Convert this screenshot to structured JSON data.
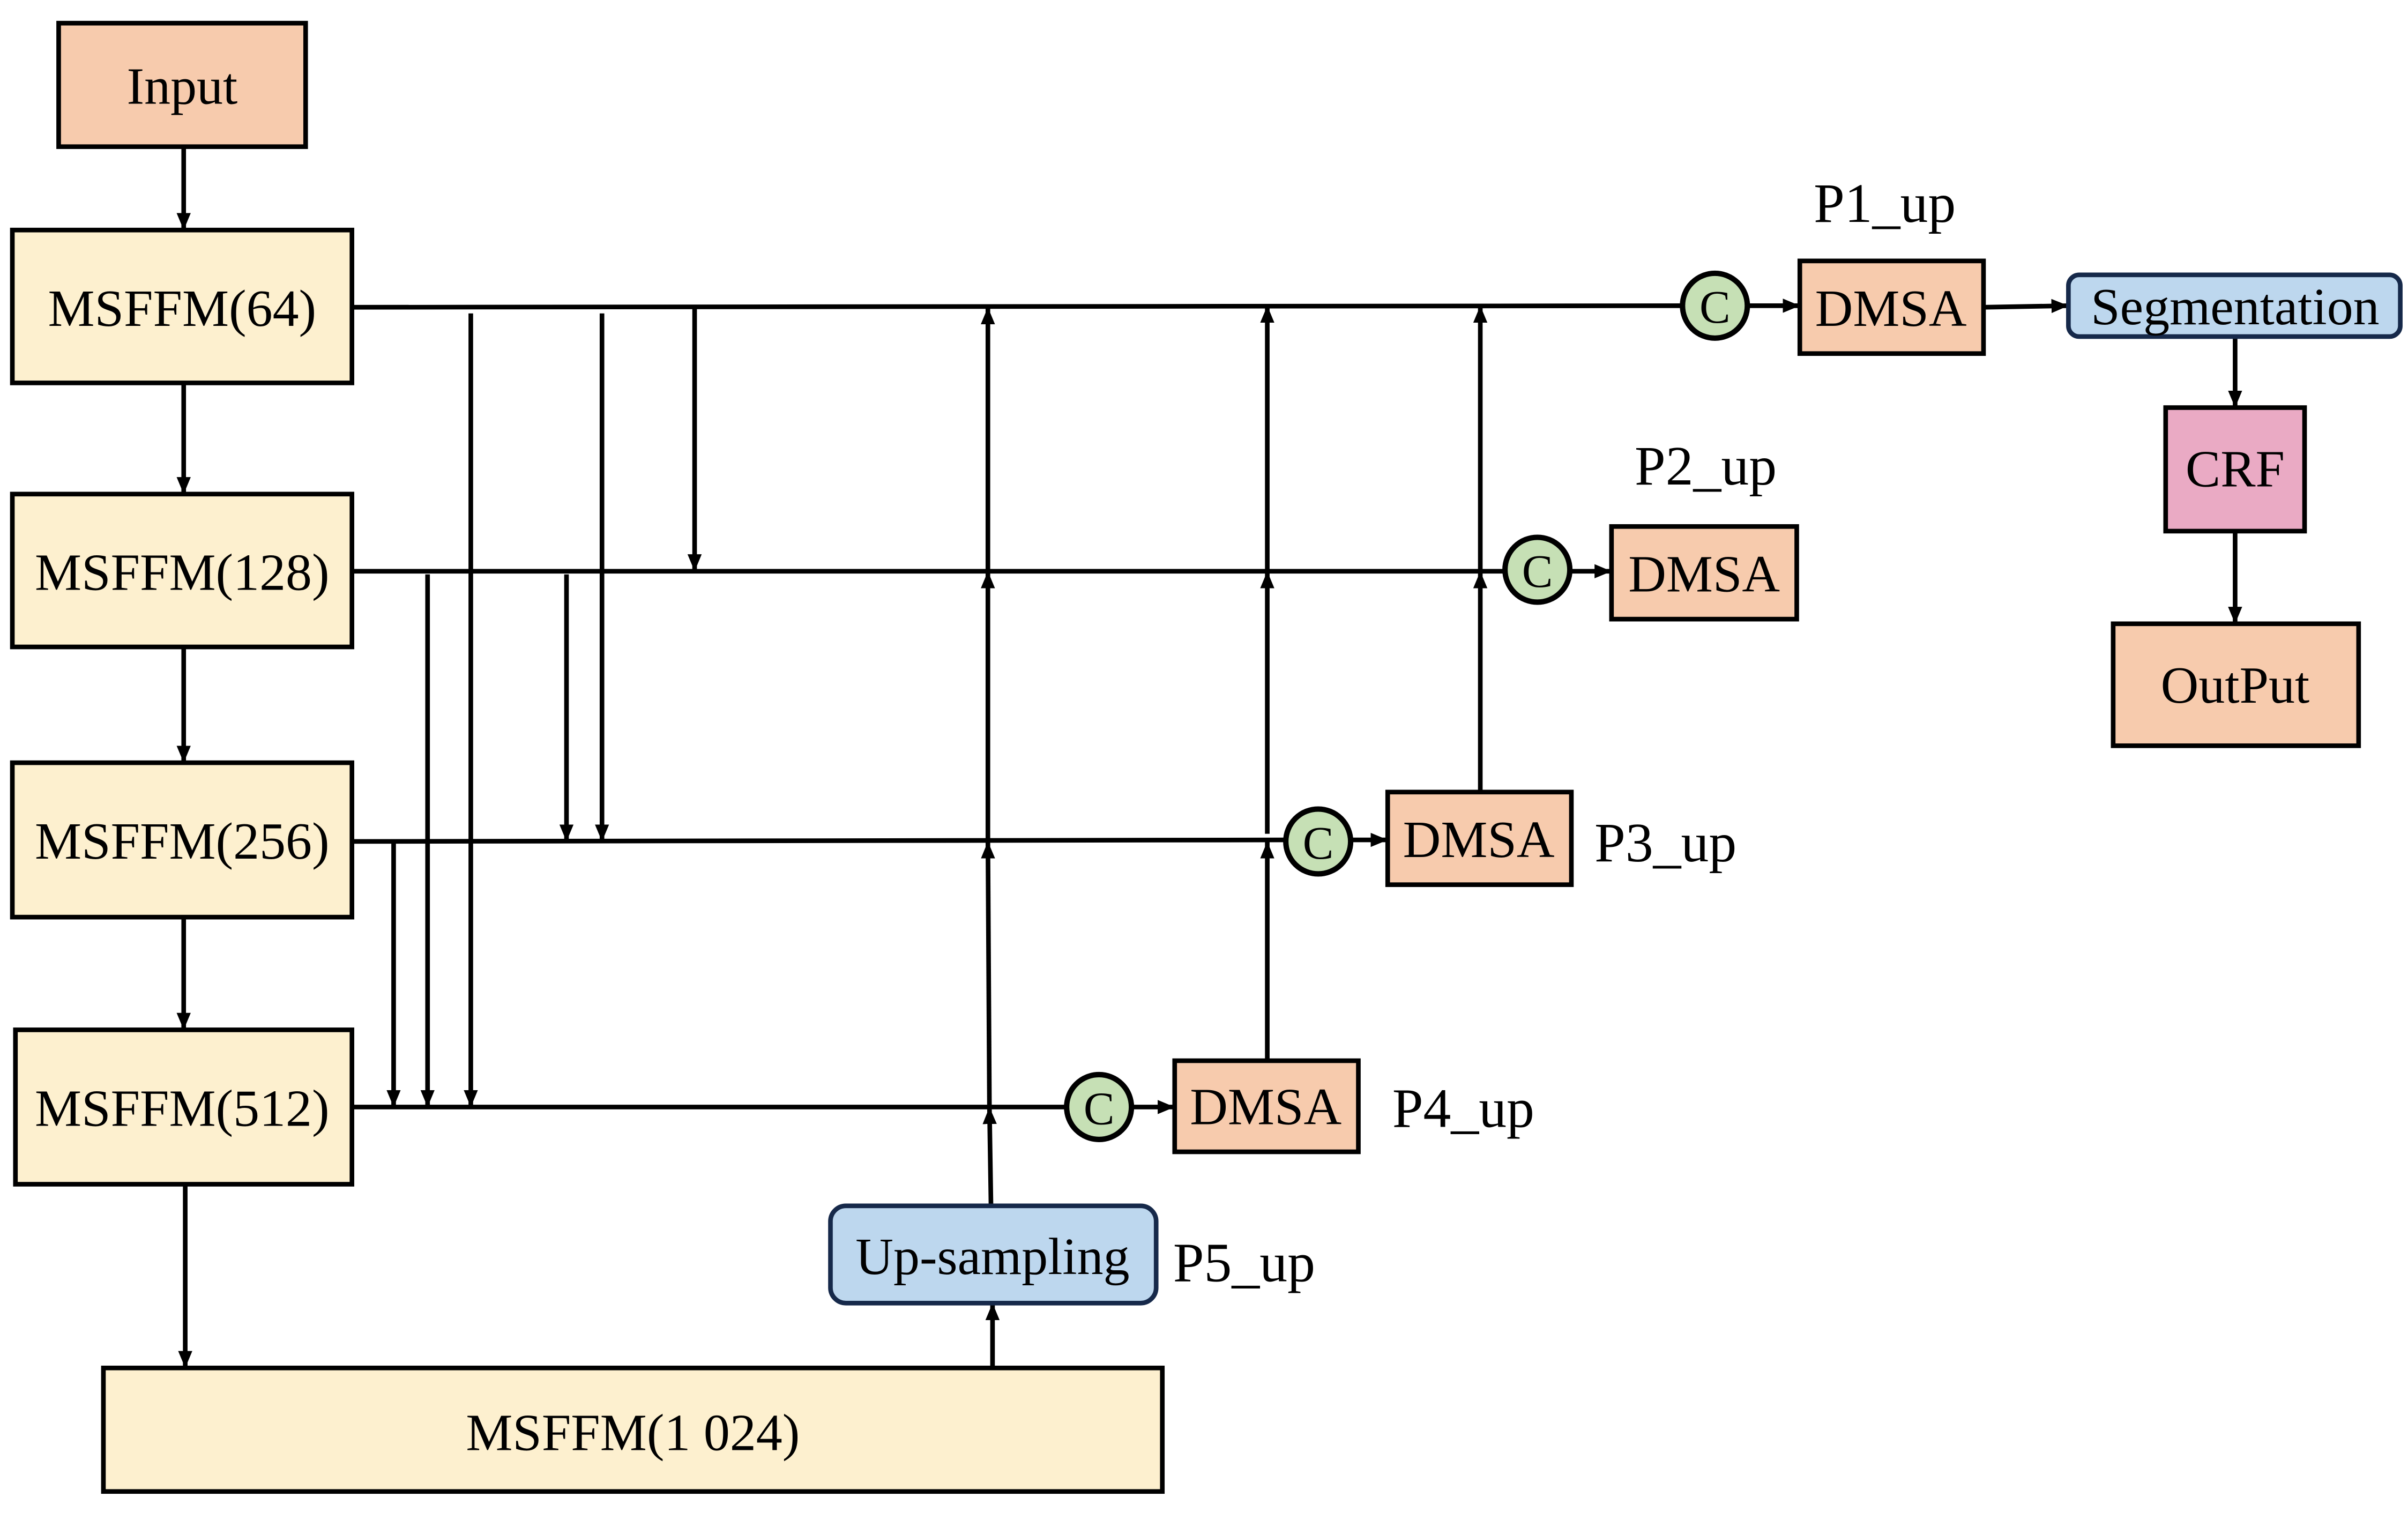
{
  "colors": {
    "input": "#f7cbad",
    "msffm": "#fdf0cf",
    "dmsa": "#f7cbad",
    "blue_block": "#bdd7ee",
    "crf": "#eaaac4",
    "output": "#f7cbad",
    "concat": "#c6e0b5"
  },
  "nodes": {
    "input": "Input",
    "msffm64": "MSFFM(64)",
    "msffm128": "MSFFM(128)",
    "msffm256": "MSFFM(256)",
    "msffm512": "MSFFM(512)",
    "msffm1024": "MSFFM(1 024)",
    "upsampling": "Up-sampling",
    "dmsa1": "DMSA",
    "dmsa2": "DMSA",
    "dmsa3": "DMSA",
    "dmsa4": "DMSA",
    "segmentation": "Segmentation",
    "crf": "CRF",
    "output": "OutPut",
    "concat_symbol": "C"
  },
  "labels": {
    "p1": "P1_up",
    "p2": "P2_up",
    "p3": "P3_up",
    "p4": "P4_up",
    "p5": "P5_up"
  }
}
